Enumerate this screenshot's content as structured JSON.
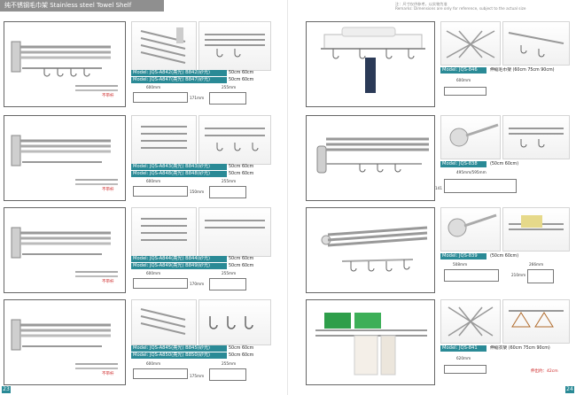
{
  "header": {
    "title": "纯不锈钢毛巾架 Stainless steel Towel Shelf",
    "note_cn": "注：尺寸仅供参考，以实物为准",
    "note_en": "Remarks: Dimensions are only for reference, subject to the actual size"
  },
  "left_rows": [
    {
      "models": [
        {
          "text": "Model: JQS-A842(亮光) B842(砂光)",
          "size": "50cm 60cm"
        },
        {
          "text": "Model: JQS-A847(亮光) B847(砂光)",
          "size": "50cm 60cm"
        }
      ],
      "note": "不带杆",
      "dims": [
        "600mm",
        "255mm",
        "171mm"
      ]
    },
    {
      "models": [
        {
          "text": "Model: JQS-A843(亮光) B843(砂光)",
          "size": "50cm 60cm"
        },
        {
          "text": "Model: JQS-A848(亮光) B848(砂光)",
          "size": "50cm 60cm"
        }
      ],
      "note": "不带杆",
      "dims": [
        "600mm",
        "255mm",
        "150mm"
      ]
    },
    {
      "models": [
        {
          "text": "Model: JQS-A844(亮光) B844(砂光)",
          "size": "50cm 60cm"
        },
        {
          "text": "Model: JQS-A849(亮光) B849(砂光)",
          "size": "50cm 60cm"
        }
      ],
      "note": "不带杆",
      "dims": [
        "600mm",
        "255mm",
        "170mm"
      ]
    },
    {
      "models": [
        {
          "text": "Model: JQS-A845(亮光) B845(砂光)",
          "size": "50cm 60cm"
        },
        {
          "text": "Model: JQS-A850(亮光) B850(砂光)",
          "size": "50cm 60cm"
        }
      ],
      "note": "不带杆",
      "dims": [
        "600mm",
        "255mm",
        "175mm"
      ]
    }
  ],
  "right_rows": [
    {
      "model": "Model: JQS-846",
      "size": "伸缩毛巾架 (60cm 75cm 90cm)",
      "dims": [
        "600mm"
      ]
    },
    {
      "model": "Model: JQS-838",
      "size": "(50cm 60cm)",
      "dims": [
        "495mm/595mm",
        "141"
      ]
    },
    {
      "model": "Model: JQS-839",
      "size": "(50cm 60cm)",
      "dims": [
        "508mm",
        "266mm",
        "210mm"
      ]
    },
    {
      "model": "Model: JQS-841",
      "size": "伸缩衣架 (60cm 75cm 90cm)",
      "dims": [
        "620mm"
      ],
      "extra": "伸出约：42cm"
    }
  ],
  "page_numbers": {
    "left": "23",
    "right": "24"
  },
  "colors": {
    "accent": "#2a8a96",
    "header": "#8f8f8f",
    "note_red": "#cc2222"
  }
}
